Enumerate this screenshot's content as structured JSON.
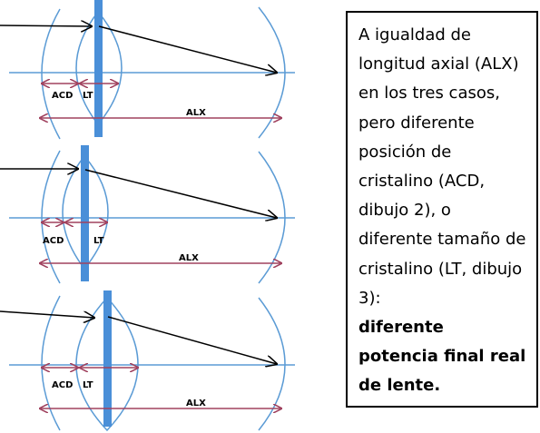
{
  "labels": {
    "acd": "ACD",
    "lt": "LT",
    "alx": "ALX"
  },
  "note": {
    "text": "A igualdad de longitud axial (ALX) en los tres casos, pero diferente posición de cristalino (ACD, dibujo 2), o diferente tamaño de cristalino (LT, dibujo 3):",
    "emphasis": "diferente potencia final real de lente."
  },
  "colors": {
    "axis": "#5B9BD5",
    "lens": "#4A8FD8",
    "dimension": "#A0425F",
    "ray": "#000000"
  }
}
